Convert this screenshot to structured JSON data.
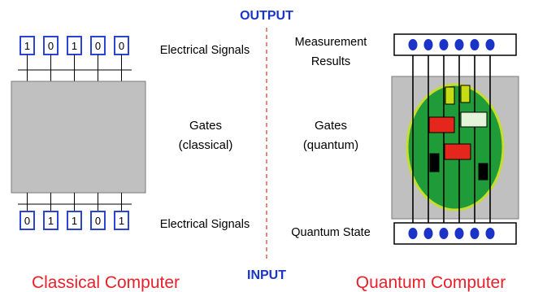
{
  "header": {
    "output_label": "OUTPUT",
    "input_label": "INPUT"
  },
  "classical": {
    "title": "Classical Computer",
    "output_bits": [
      "1",
      "0",
      "1",
      "0",
      "0"
    ],
    "input_bits": [
      "0",
      "1",
      "1",
      "0",
      "1"
    ],
    "output_signal_label": "Electrical Signals",
    "gates_label_line1": "Gates",
    "gates_label_line2": "(classical)",
    "input_signal_label": "Electrical Signals"
  },
  "quantum": {
    "title": "Quantum Computer",
    "measurement_label_line1": "Measurement",
    "measurement_label_line2": "Results",
    "gates_label_line1": "Gates",
    "gates_label_line2": "(quantum)",
    "state_label": "Quantum State"
  },
  "colors": {
    "header_blue": "#1a35c8",
    "title_red": "#e8202a",
    "divider_red": "#e06a5a",
    "box_gray": "#c0c0c0",
    "bit_border_blue": "#2a46d0",
    "qubit_blue": "#1c33c8",
    "circle_green": "#1f9b3a",
    "circle_rim": "#c6dd2c",
    "gate_red": "#e4261c",
    "gate_yellow": "#c8dc14",
    "gate_white": "#e4f4d8",
    "gate_black": "#000000"
  }
}
